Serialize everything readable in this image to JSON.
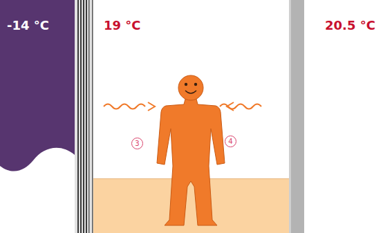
{
  "diagram": {
    "nodes": [
      {
        "text": [
          "-14 °C"
        ]
      }
    ],
    "labels": [
      "19 °C",
      "20.5 °C",
      "3",
      "4"
    ]
  }
}
